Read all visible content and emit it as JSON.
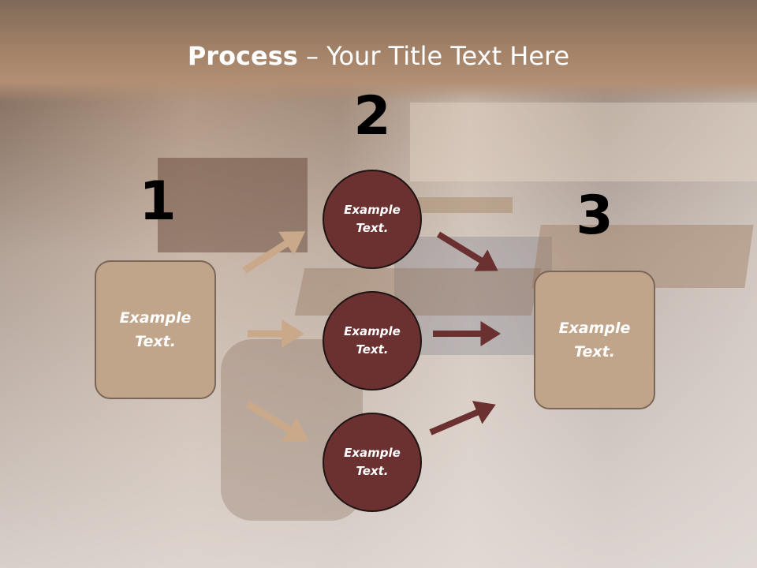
{
  "title": {
    "strong": "Process",
    "rest": " – Your Title Text Here"
  },
  "steps": {
    "one": "1",
    "two": "2",
    "three": "3"
  },
  "boxes": {
    "left": "Example Text.",
    "right": "Example Text."
  },
  "circles": {
    "top": "Example Text.",
    "middle": "Example Text.",
    "bottom": "Example Text."
  },
  "colors": {
    "box_fill": "#c1a58a",
    "circle_fill": "#6b3030",
    "left_arrow": "#c9a98a",
    "right_arrow": "#6b3030",
    "title_band": "#a08066"
  }
}
